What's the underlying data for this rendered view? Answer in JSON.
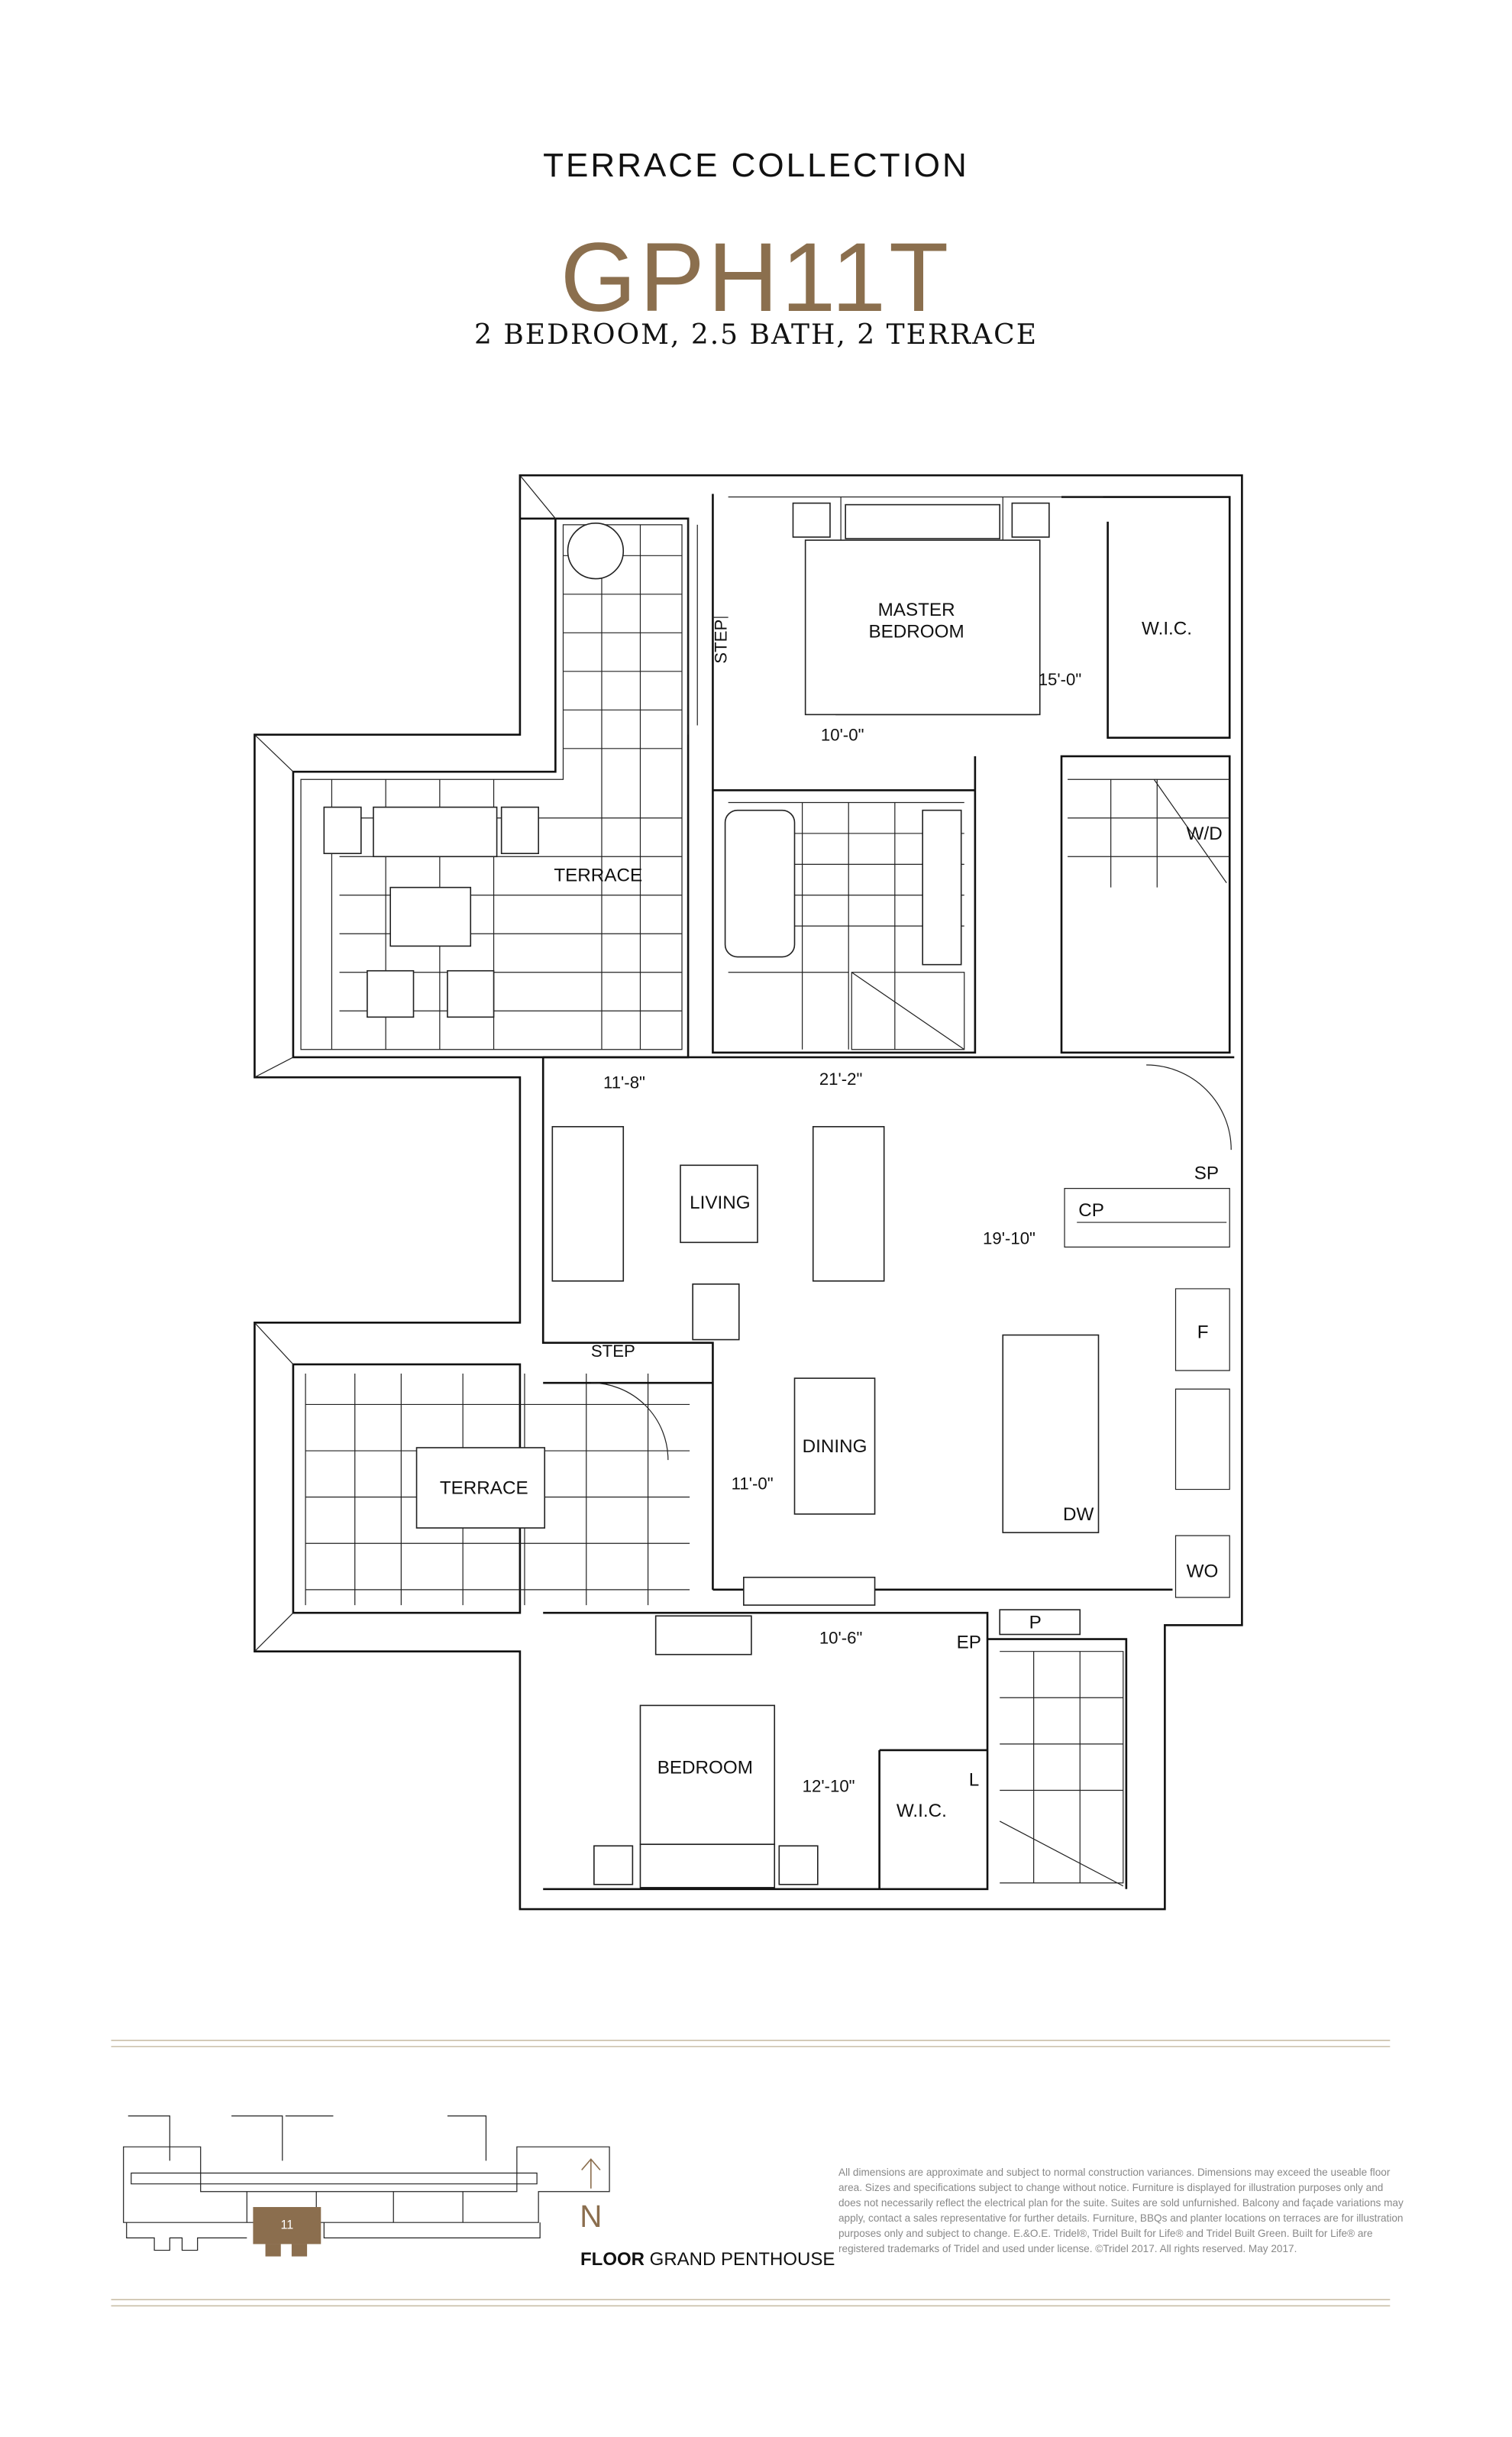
{
  "header": {
    "collection": "TERRACE COLLECTION",
    "suite": "GPH11T",
    "subtitle": "2 BEDROOM, 2.5 BATH, 2 TERRACE"
  },
  "plan": {
    "rooms": {
      "master_bedroom_1": "MASTER",
      "master_bedroom_2": "BEDROOM",
      "wic_master": "W.I.C.",
      "wd": "W/D",
      "terrace_upper": "TERRACE",
      "living": "LIVING",
      "sp": "SP",
      "cp": "CP",
      "f": "F",
      "step_upper": "STEP",
      "step_lower": "STEP",
      "dining": "DINING",
      "terrace_lower": "TERRACE",
      "dw": "DW",
      "wo": "WO",
      "ep": "EP",
      "p": "P",
      "bedroom": "BEDROOM",
      "wic_bedroom": "W.I.C.",
      "l": "L"
    },
    "dimensions": {
      "master_width": "15'-0\"",
      "master_depth": "10'-0\"",
      "terrace_dim": "11'-8\"",
      "living_depth": "21'-2\"",
      "living_width": "19'-10\"",
      "dining_width": "11'-0\"",
      "bedroom_depth": "10'-6\"",
      "bedroom_width": "12'-10\""
    }
  },
  "keyplan": {
    "unit_number": "11",
    "north": "N",
    "floor_prefix": "FLOOR",
    "floor_name": "GRAND PENTHOUSE",
    "highlight_color": "#8b6e4e"
  },
  "disclaimer": "All dimensions are approximate and subject to normal construction variances. Dimensions may exceed the useable floor area. Sizes and specifications subject to change without notice. Furniture is displayed for illustration purposes only and does not necessarily reflect the electrical plan for the suite. Suites are sold unfurnished. Balcony and façade variations may apply, contact a sales representative for further details. Furniture, BBQs and planter locations on terraces are for illustration purposes only and subject to change. E.&O.E. Tridel®, Tridel Built for Life® and Tridel Built Green. Built for Life® are registered trademarks of Tridel and used under license. ©Tridel 2017. All rights reserved. May 2017."
}
